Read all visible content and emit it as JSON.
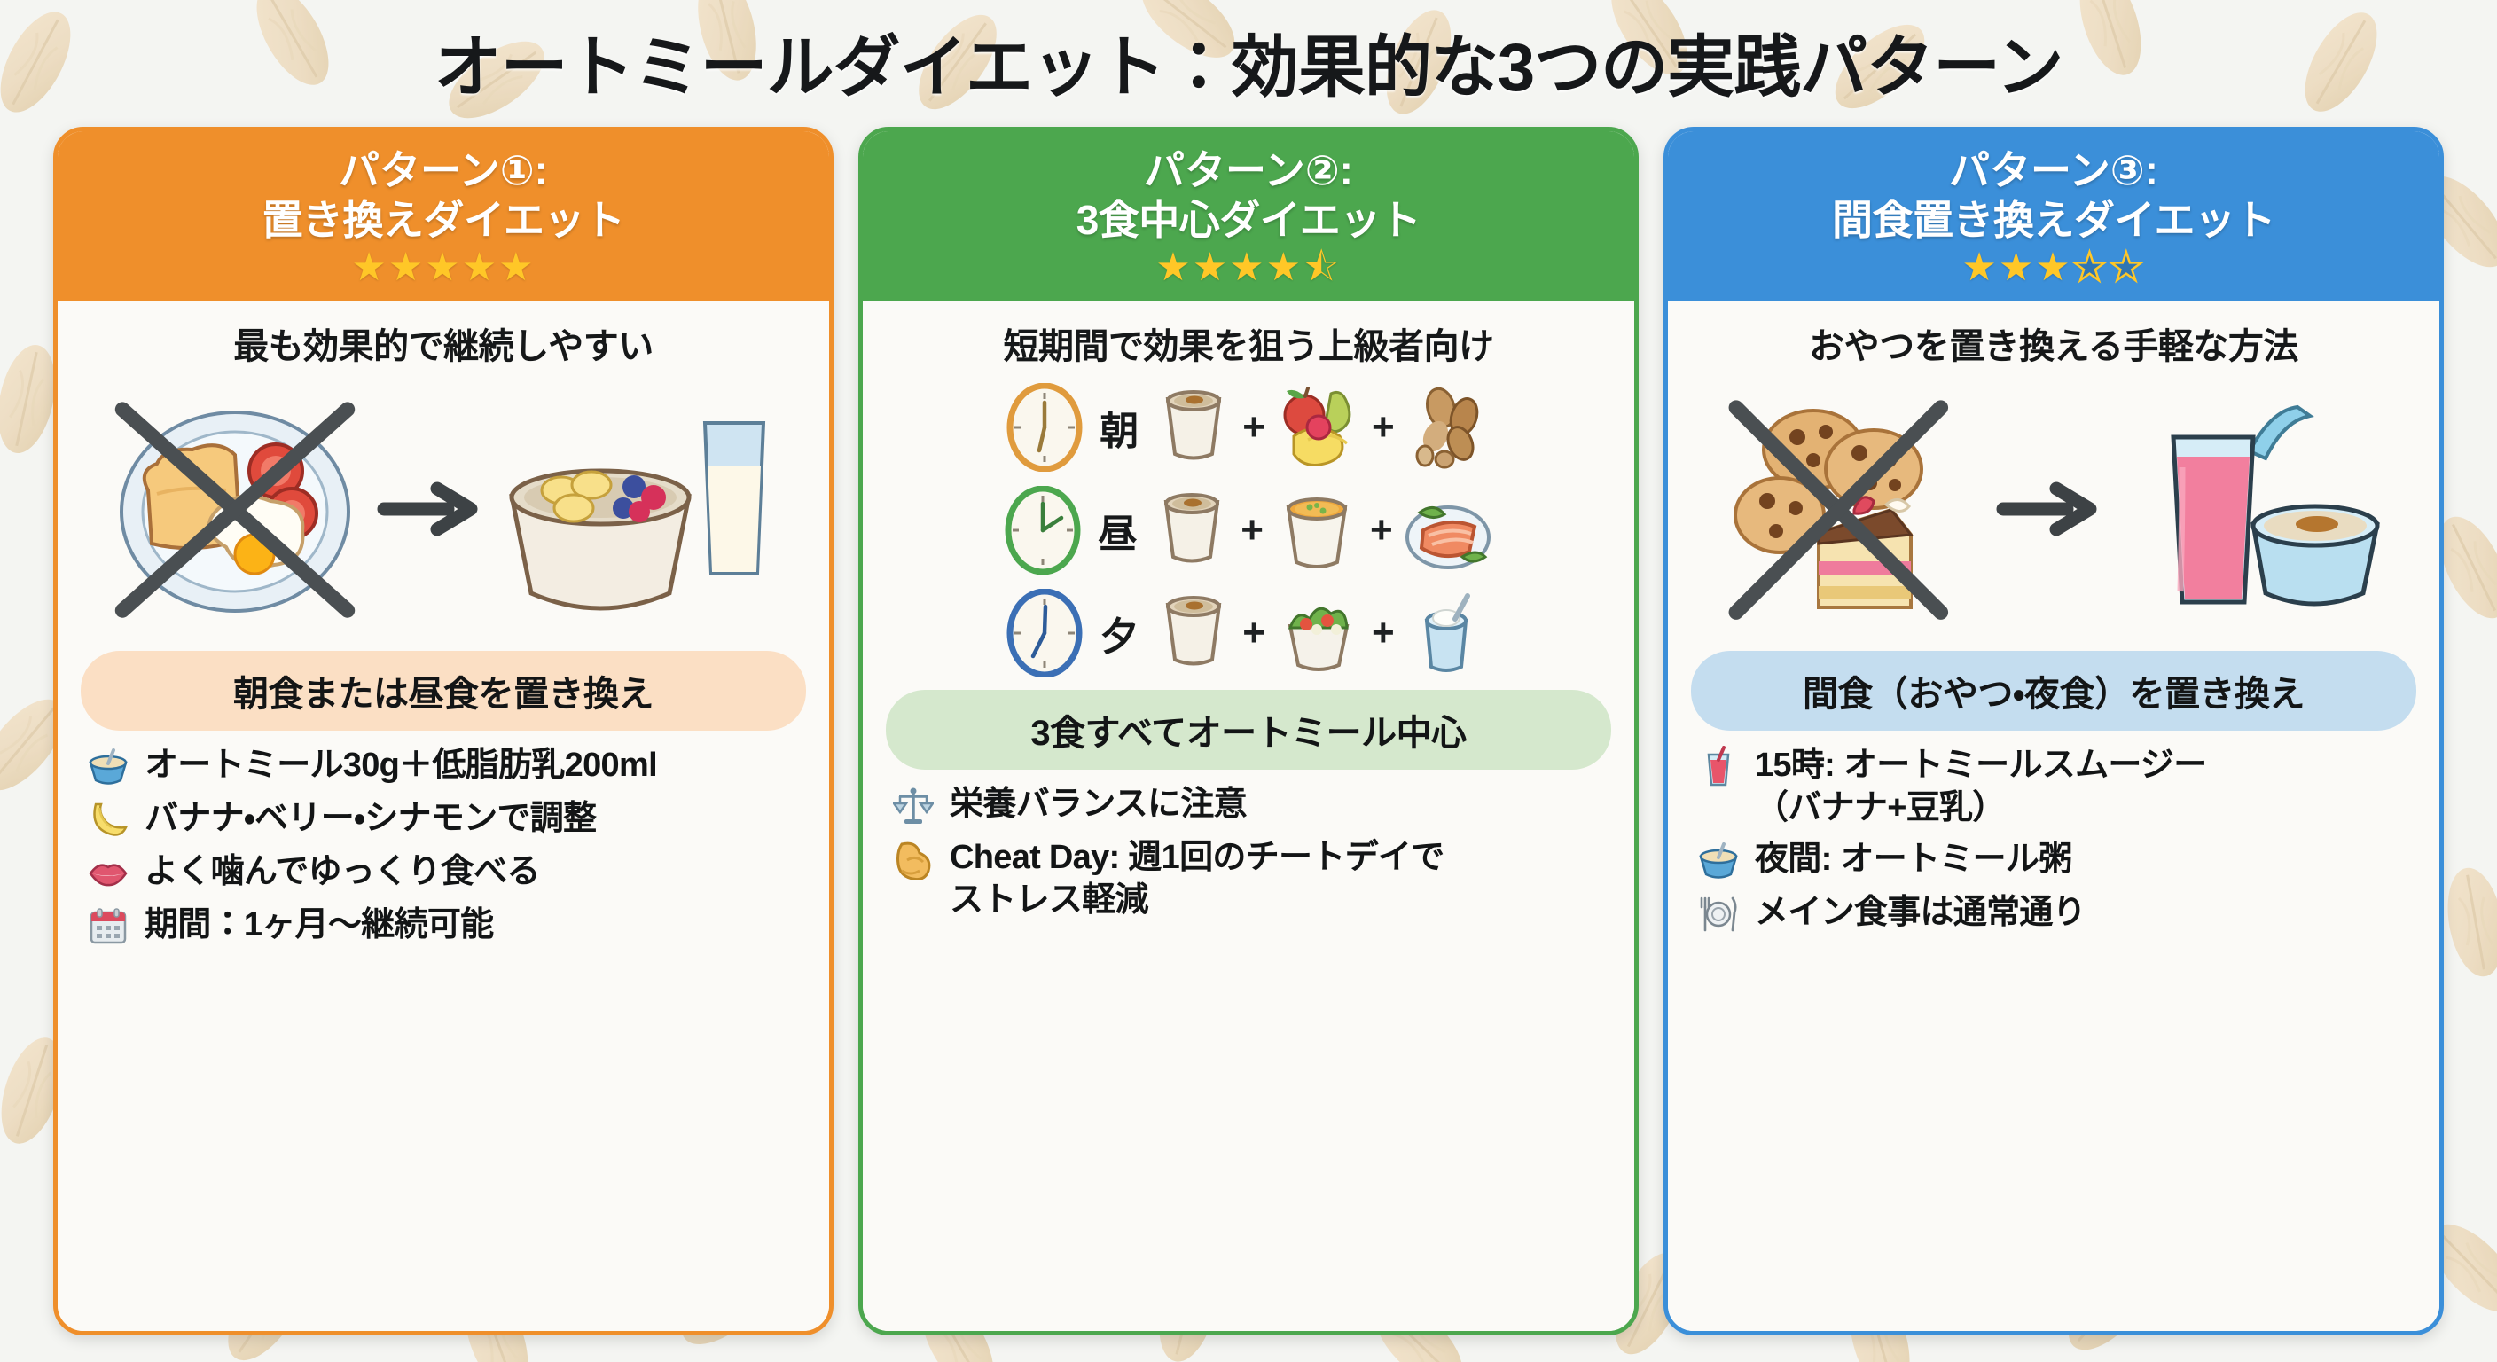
{
  "page": {
    "title": "オートミールダイエット：効果的な3つの実践パターン",
    "background_pattern": "oat-flakes",
    "background_color": "#f4f5f2"
  },
  "cards": [
    {
      "accent_color": "#EF8F2B",
      "banner_color": "#FBDFC4",
      "head_line1": "パターン①:",
      "head_line2": "置き換えダイエット",
      "rating": 5,
      "rating_display": "★★★★★",
      "subtitle": "最も効果的で継続しやすい",
      "illustration": {
        "type": "before-after",
        "before_label": "crossed-out-breakfast-plate",
        "before_items": [
          "toast",
          "tomato-slices",
          "fried-egg"
        ],
        "after_items": [
          "oatmeal-bowl-with-banana-and-berries",
          "glass-of-milk"
        ]
      },
      "banner": "朝食または昼食を置き換え",
      "bullets": [
        {
          "icon": "oatmeal-bowl-icon",
          "text": "オートミール30g＋低脂肪乳200ml"
        },
        {
          "icon": "banana-icon",
          "text": "バナナ・ベリー・シナモンで調整"
        },
        {
          "icon": "lips-icon",
          "text": "よく噛んでゆっくり食べる"
        },
        {
          "icon": "calendar-icon",
          "text": "期間：1ヶ月〜継続可能"
        }
      ]
    },
    {
      "accent_color": "#4CA74E",
      "banner_color": "#D5E8CD",
      "head_line1": "パターン②:",
      "head_line2": "3食中心ダイエット",
      "rating": 4.5,
      "rating_display": "★★★★⯪",
      "subtitle": "短期間で効果を狙う上級者向け",
      "illustration": {
        "type": "meal-schedule",
        "rows": [
          {
            "clock_color": "#E09B3D",
            "label": "朝",
            "items": [
              "oatmeal-cup",
              "fruit-mix",
              "nuts"
            ]
          },
          {
            "clock_color": "#4CA74E",
            "label": "昼",
            "items": [
              "oatmeal-cup",
              "pumpkin-soup",
              "salmon-plate"
            ]
          },
          {
            "clock_color": "#3B6FB5",
            "label": "夕",
            "items": [
              "oatmeal-cup",
              "salad-bowl",
              "yogurt-cup"
            ]
          }
        ],
        "separator": "+"
      },
      "banner": "3食すべてオートミール中心",
      "bullets": [
        {
          "icon": "balance-scale-icon",
          "text": "栄養バランスに注意"
        },
        {
          "icon": "flexed-biceps-icon",
          "text": "Cheat Day: 週1回のチートデイで",
          "text_line2": "ストレス軽減"
        }
      ]
    },
    {
      "accent_color": "#3B8FD9",
      "banner_color": "#C4DDEF",
      "head_line1": "パターン③:",
      "head_line2": "間食置き換えダイエット",
      "rating": 3,
      "rating_display": "★★★☆☆",
      "subtitle": "おやつを置き換える手軽な方法",
      "illustration": {
        "type": "before-after",
        "before_label": "crossed-out-snacks",
        "before_items": [
          "chocolate-chip-cookies",
          "cake-slice"
        ],
        "after_items": [
          "pink-smoothie-with-straw",
          "oatmeal-bowl"
        ]
      },
      "banner": "間食（おやつ・夜食）を置き換え",
      "bullets": [
        {
          "icon": "smoothie-glass-icon",
          "text": "15時: オートミールスムージー",
          "text_line2": "（バナナ+豆乳）"
        },
        {
          "icon": "oatmeal-bowl-icon",
          "text": "夜間: オートミール粥"
        },
        {
          "icon": "fork-plate-knife-icon",
          "text": "メイン食事は通常通り"
        }
      ]
    }
  ]
}
